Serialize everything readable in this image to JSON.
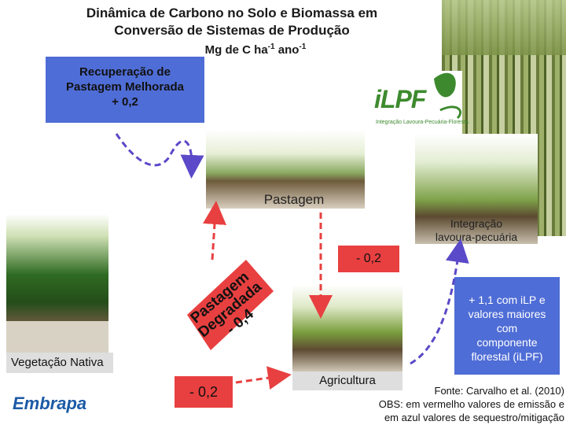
{
  "title": {
    "line1": "Dinâmica de Carbono no Solo e Biomassa em",
    "line2": "Conversão de Sistemas de Produção",
    "units": "Mg de C ha-1 ano-1"
  },
  "recovery_box": {
    "line1": "Recuperação de",
    "line2": "Pastagem Melhorada",
    "value": "+ 0,2"
  },
  "logo": {
    "name": "iLPF",
    "subtitle": "Integração Lavoura-Pecuária-Floresta"
  },
  "nodes": {
    "pasture": "Pastagem",
    "ilp_line1": "Integração",
    "ilp_line2": "lavoura-pecuária",
    "native": "Vegetação Nativa",
    "agriculture": "Agricultura"
  },
  "degraded": {
    "line1": "Pastagem",
    "line2": "Degradada",
    "value": "- 0,4"
  },
  "values": {
    "pasture_to_agri": "- 0,2",
    "native_to_agri": "- 0,2"
  },
  "ilpf_box": {
    "line1": "+ 1,1 com iLP e",
    "line2": "valores maiores",
    "line3": "com",
    "line4": "componente",
    "line5": "florestal (iLPF)"
  },
  "source": {
    "line1": "Fonte: Carvalho et al. (2010)",
    "line2": "OBS: em vermelho valores de emissão e",
    "line3": "em azul valores de sequestro/mitigação"
  },
  "embrapa": "Embrapa",
  "colors": {
    "blue": "#4f6dd6",
    "red": "#e84040",
    "green": "#3d8a2e"
  }
}
